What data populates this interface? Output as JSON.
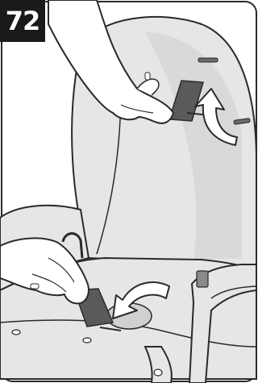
{
  "step": {
    "number": "72"
  },
  "illustration": {
    "subject": "car-seat-harness-strap-routing",
    "palette": {
      "background": "#ffffff",
      "seat_fill": "#e6e6e6",
      "seat_shadow": "#d0d0d0",
      "strap": "#5a5a5a",
      "outline": "#2a2a2a",
      "hand_fill": "#ffffff",
      "arrow_fill": "#ffffff",
      "badge": "#1a1a1a"
    },
    "arrows": [
      {
        "name": "upper-curved-arrow",
        "direction": "up"
      },
      {
        "name": "lower-curved-arrow",
        "direction": "down-left"
      }
    ]
  }
}
